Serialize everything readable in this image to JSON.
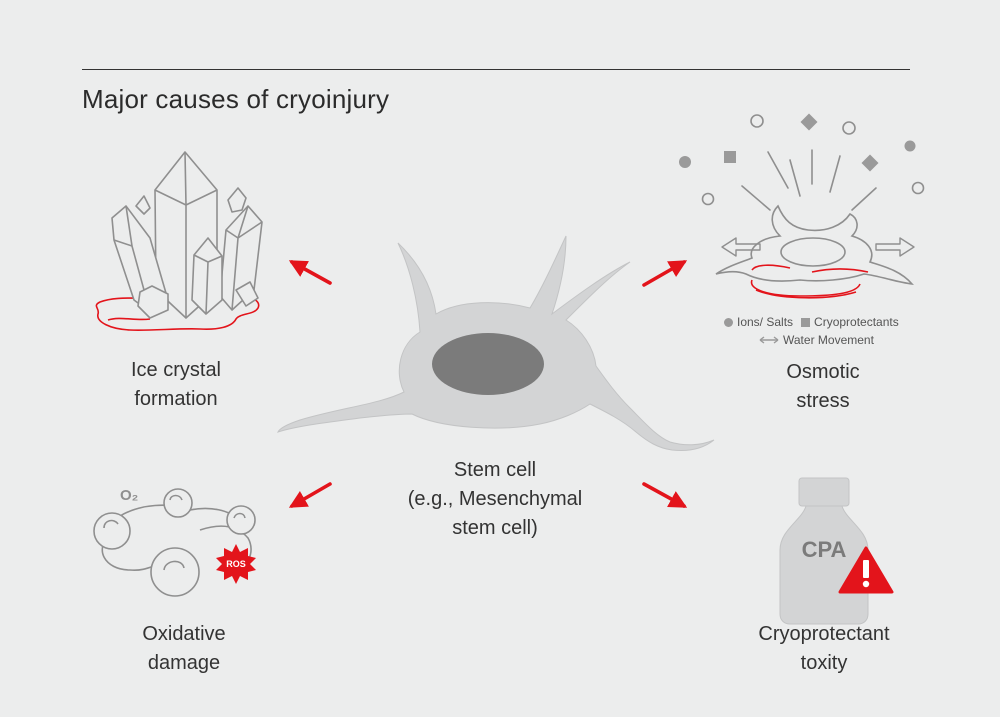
{
  "title": "Major causes of cryoinjury",
  "colors": {
    "accent_red": "#e3141b",
    "outline_gray": "#8f8f8f",
    "cell_fill": "#d3d4d5",
    "nucleus": "#7b7b7b"
  },
  "center": {
    "line1": "Stem cell",
    "line2": "(e.g., Mesenchymal",
    "line3": "stem cell)"
  },
  "causes": {
    "ice": {
      "line1": "Ice crystal",
      "line2": "formation",
      "icon": "ice-crystal-icon"
    },
    "osmotic": {
      "line1": "Osmotic",
      "line2": "stress",
      "icon": "osmotic-stress-icon",
      "legend": {
        "ions": "Ions/ Salts",
        "cryo": "Cryoprotectants",
        "water": "Water Movement"
      }
    },
    "oxidative": {
      "line1": "Oxidative",
      "line2": "damage",
      "icon": "oxidative-bubbles-icon",
      "o2": "O₂",
      "ros": "ROS"
    },
    "cpa": {
      "line1": "Cryoprotectant",
      "line2": "toxity",
      "icon": "cpa-bottle-icon",
      "bottle_text": "CPA"
    }
  }
}
